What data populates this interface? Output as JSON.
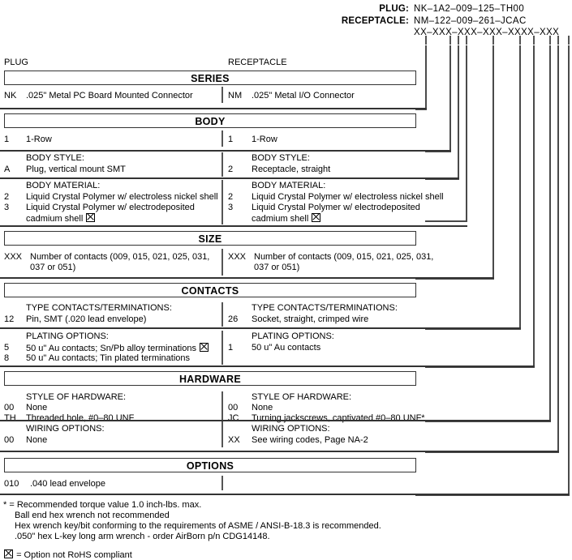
{
  "header": {
    "plug_label": "PLUG:",
    "plug_value": "NK–1A2–009–125–TH00",
    "receptacle_label": "RECEPTACLE:",
    "receptacle_value": "NM–122–009–261–JCAC",
    "mask_value": "XX–XXX–XXX–XXX–XXXX–XXX"
  },
  "columns": {
    "left": "PLUG",
    "right": "RECEPTACLE"
  },
  "sections": [
    {
      "title": "SERIES",
      "rows": [
        {
          "left_code": "NK",
          "left_text": ".025\" Metal PC Board Mounted Connector",
          "right_code": "NM",
          "right_text": ".025\" Metal I/O Connector"
        }
      ]
    },
    {
      "title": "BODY",
      "rows": [
        {
          "left_code": "1",
          "left_text": "1-Row",
          "right_code": "1",
          "right_text": "1-Row"
        },
        {
          "left_head": "BODY STYLE:",
          "right_head": "BODY STYLE:",
          "left_code": "A",
          "left_text": "Plug, vertical mount SMT",
          "right_code": "2",
          "right_text": "Receptacle, straight"
        },
        {
          "left_head": "BODY MATERIAL:",
          "right_head": "BODY MATERIAL:",
          "left_code": "2",
          "left_text": "Liquid Crystal Polymer w/ electroless nickel shell",
          "left_code2": "3",
          "left_text2": "Liquid Crystal Polymer w/ electrodeposited",
          "left_text3": "cadmium shell",
          "right_code": "2",
          "right_text": "Liquid Crystal Polymer w/ electroless nickel shell",
          "right_code2": "3",
          "right_text2": "Liquid Crystal Polymer w/ electrodeposited",
          "right_text3": "cadmium shell"
        }
      ]
    },
    {
      "title": "SIZE",
      "rows": [
        {
          "left_code": "XXX",
          "left_text": "Number of contacts (009, 015, 021, 025, 031,",
          "left_text2": "037 or 051)",
          "right_code": "XXX",
          "right_text": "Number of contacts (009, 015, 021, 025, 031,",
          "right_text2": "037 or 051)"
        }
      ]
    },
    {
      "title": "CONTACTS",
      "rows": [
        {
          "left_head": "TYPE CONTACTS/TERMINATIONS:",
          "right_head": "TYPE CONTACTS/TERMINATIONS:",
          "left_code": "12",
          "left_text": "Pin, SMT (.020 lead envelope)",
          "right_code": "26",
          "right_text": "Socket, straight, crimped wire"
        },
        {
          "left_head": "PLATING OPTIONS:",
          "right_head": "PLATING OPTIONS:",
          "left_code": "5",
          "left_text": "50 u\" Au contacts; Sn/Pb alloy terminations",
          "left_code2": "8",
          "left_text2": "50 u\" Au contacts; Tin plated terminations",
          "right_code": "1",
          "right_text": "50 u\" Au contacts"
        }
      ]
    },
    {
      "title": "HARDWARE",
      "rows": [
        {
          "left_head": "STYLE OF HARDWARE:",
          "right_head": "STYLE OF HARDWARE:",
          "left_code": "00",
          "left_text": "None",
          "left_code2": "TH",
          "left_text2": "Threaded hole, #0–80 UNF",
          "right_code": "00",
          "right_text": "None",
          "right_code2": "JC",
          "right_text2": "Turning jackscrews, captivated #0–80 UNF*"
        },
        {
          "left_head": "WIRING OPTIONS:",
          "right_head": "WIRING OPTIONS:",
          "left_code": "00",
          "left_text": "None",
          "right_code": "XX",
          "right_text": "See wiring codes, Page NA-2"
        }
      ]
    },
    {
      "title": "OPTIONS",
      "rows": [
        {
          "left_code": "010",
          "left_text": ".040 lead envelope"
        }
      ]
    }
  ],
  "footnotes": {
    "star_line1": "* = Recommended torque value 1.0 inch-lbs. max.",
    "star_line2": "Ball end hex wrench not recommended",
    "star_line3": "Hex wrench key/bit conforming to the requirements of ASME / ANSI-B-18.3 is recommended.",
    "star_line4": ".050\" hex L-key long arm wrench - order AirBorn p/n CDG14148.",
    "rohs_note": "= Option not RoHS compliant"
  }
}
